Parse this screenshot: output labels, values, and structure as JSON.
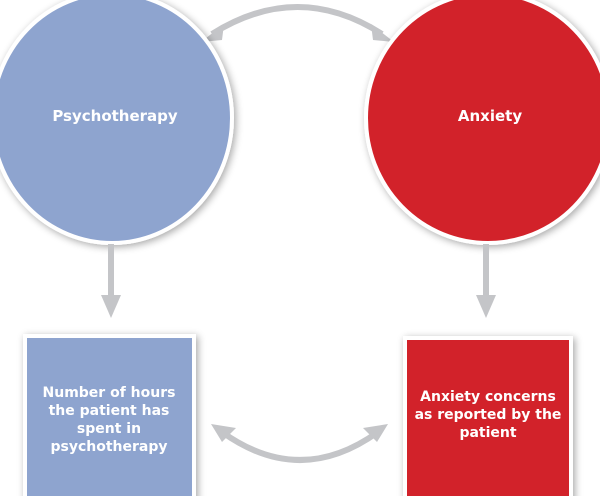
{
  "diagram": {
    "title": "",
    "colors": {
      "psychotherapy": "#8ea4cf",
      "anxiety": "#d2232c",
      "arrow": "#c4c5c8",
      "outline": "#ffffff"
    },
    "nodes": [
      {
        "id": "psychotherapy",
        "shape": "circle",
        "label": "Psychotherapy"
      },
      {
        "id": "anxiety",
        "shape": "circle",
        "label": "Anxiety"
      },
      {
        "id": "hours",
        "shape": "rectangle",
        "label": "Number of hours the patient has spent in psychotherapy"
      },
      {
        "id": "concerns",
        "shape": "rectangle",
        "label": "Anxiety concerns as reported by the patient"
      }
    ],
    "edges": [
      {
        "from": "psychotherapy",
        "to": "anxiety",
        "type": "bidirectional-curved"
      },
      {
        "from": "psychotherapy",
        "to": "hours",
        "type": "directed"
      },
      {
        "from": "anxiety",
        "to": "concerns",
        "type": "directed"
      },
      {
        "from": "hours",
        "to": "concerns",
        "type": "bidirectional-curved"
      }
    ]
  }
}
